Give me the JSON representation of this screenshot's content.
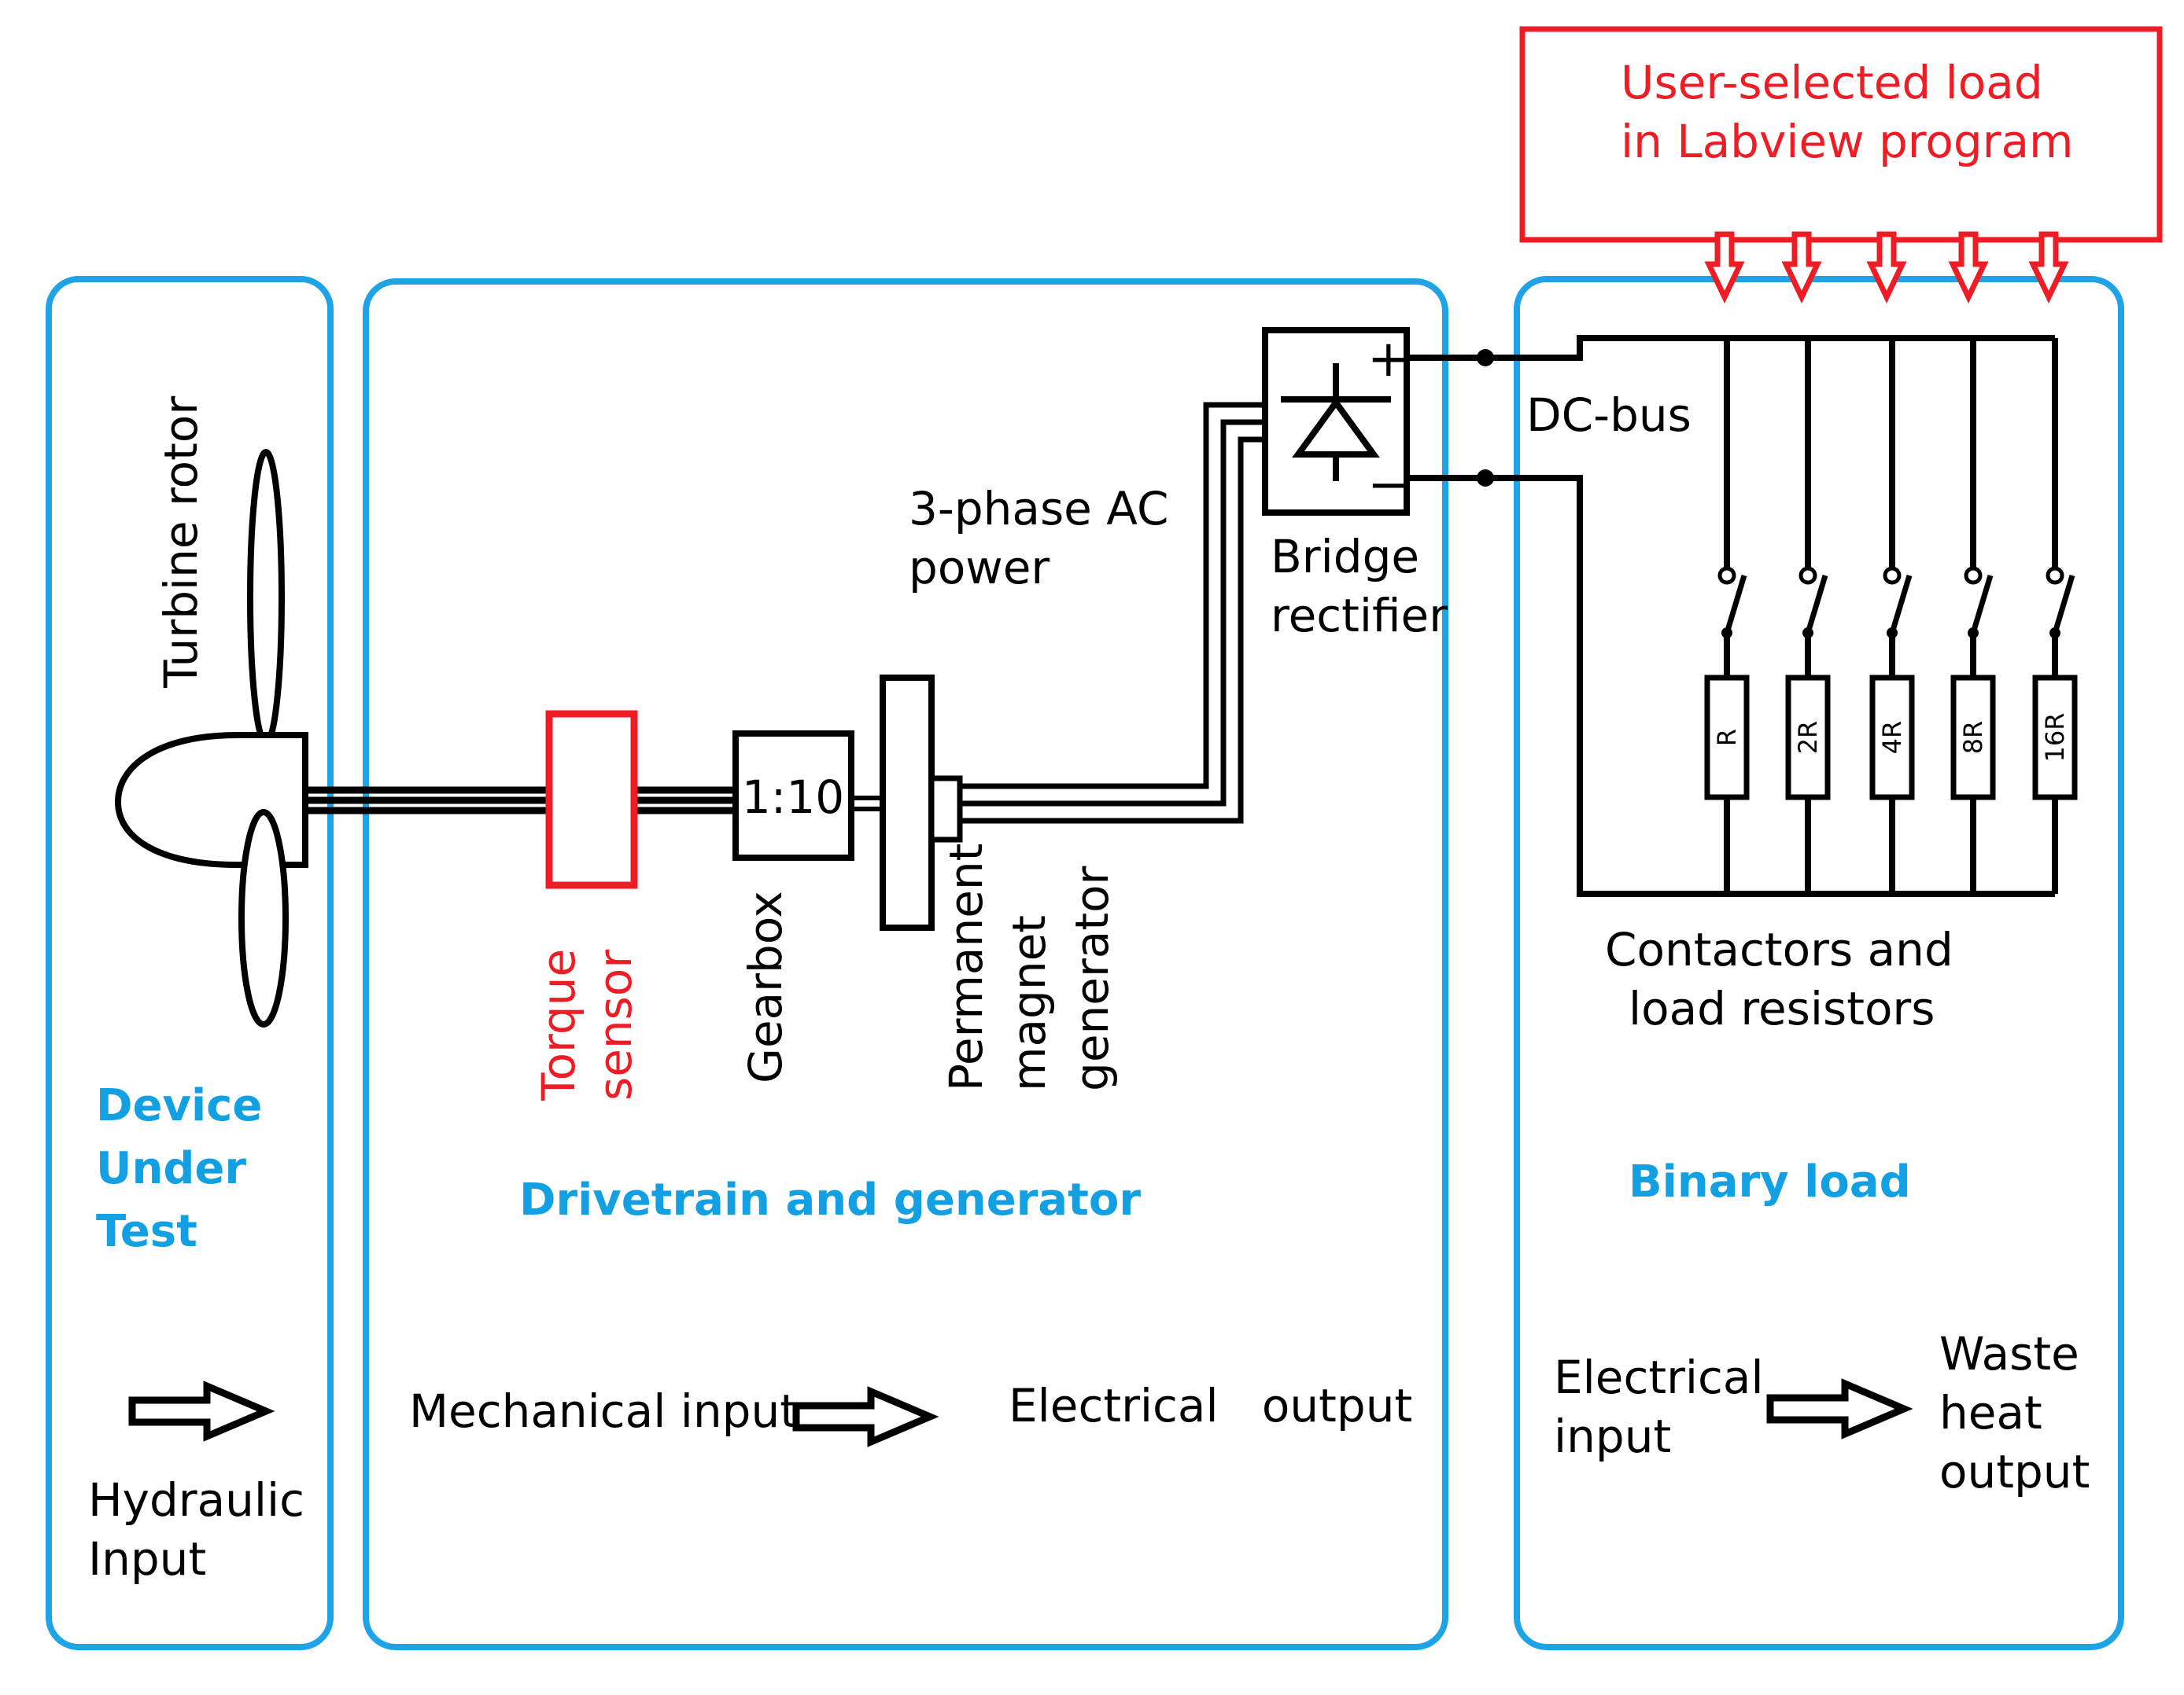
{
  "colors": {
    "panel_border": "#1ea4e6",
    "panel_title": "#12a0e3",
    "highlight": "#ee1c24",
    "ink": "#000000"
  },
  "panels": {
    "device": {
      "title_lines": [
        "Device",
        "Under",
        "Test"
      ],
      "flow_label_lines": [
        "Hydraulic",
        "Input"
      ]
    },
    "drivetrain": {
      "title": "Drivetrain and generator",
      "flow_input": "Mechanical input",
      "flow_output": "Electrical   output"
    },
    "load": {
      "title": "Binary load",
      "flow_input_lines": [
        "Electrical",
        "input"
      ],
      "flow_output_lines": [
        "Waste",
        "heat",
        "output"
      ]
    }
  },
  "components": {
    "turbine_rotor": "Turbine rotor",
    "torque_sensor_lines": [
      "Torque",
      "sensor"
    ],
    "gearbox_ratio": "1:10",
    "gearbox": "Gearbox",
    "generator_lines": [
      "Permanent",
      "magnet",
      "generator"
    ],
    "ac_power_lines": [
      "3-phase AC",
      "power"
    ],
    "rectifier_lines": [
      "Bridge",
      "rectifier"
    ],
    "rectifier_plus": "+",
    "rectifier_minus": "−",
    "dc_bus": "DC-bus",
    "contactors_lines": [
      "Contactors and",
      "load resistors"
    ],
    "resistors": [
      "R",
      "2R",
      "4R",
      "8R",
      "16R"
    ]
  },
  "labview_box_lines": [
    "User-selected load",
    "in Labview program"
  ]
}
